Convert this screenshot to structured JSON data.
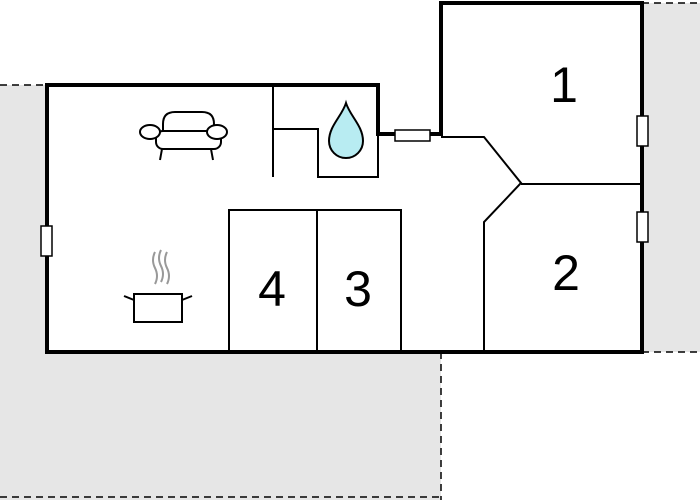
{
  "rooms": [
    {
      "label": "1"
    },
    {
      "label": "2"
    },
    {
      "label": "3"
    },
    {
      "label": "4"
    }
  ],
  "icons": [
    "sofa-icon",
    "water-drop-icon",
    "cooking-pot-icon"
  ],
  "colors": {
    "wall": "#000000",
    "outside": "#e6e6e6",
    "floor": "#ffffff",
    "water": "#b8ecf2"
  }
}
